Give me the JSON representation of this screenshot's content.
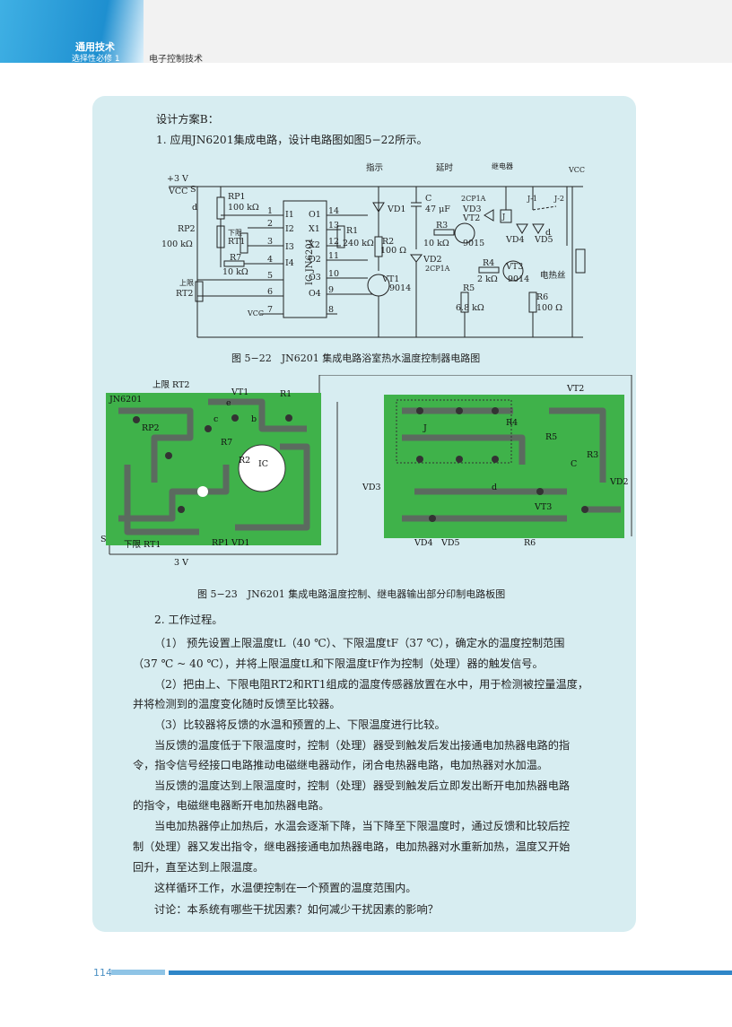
{
  "header": {
    "title": "通用技术",
    "subtitle": "选择性必修 1",
    "chapter": "电子控制技术"
  },
  "content": {
    "heading": "设计方案B：",
    "step1": "1. 应用JN6201集成电路，设计电路图如图5−22所示。",
    "fig22_caption": "图 5−22　JN6201 集成电路浴室热水温度控制器电路图",
    "fig23_caption": "图 5−23　JN6201 集成电路温度控制、继电器输出部分印制电路板图",
    "step2": "2. 工作过程。",
    "para1_line1": "（1） 预先设置上限温度tL（40 ℃）、下限温度tF（37 ℃），确定水的温度控制范围",
    "para1_line2": "（37 ℃ ~ 40 ℃），并将上限温度tL和下限温度tF作为控制（处理）器的触发信号。",
    "para2_line1": "（2）把由上、下限电阻RT2和RT1组成的温度传感器放置在水中，用于检测被控量温度，",
    "para2_line2": "并将检测到的温度变化随时反馈至比较器。",
    "para3": "（3）比较器将反馈的水温和预置的上、下限温度进行比较。",
    "para4_line1": "当反馈的温度低于下限温度时，控制（处理）器受到触发后发出接通电加热器电路的指",
    "para4_line2": "令，指令信号经接口电路推动电磁继电器动作，闭合电热器电路，电加热器对水加温。",
    "para5_line1": "当反馈的温度达到上限温度时，控制（处理）器受到触发后立即发出断开电加热器电路",
    "para5_line2": "的指令，电磁继电器断开电加热器电路。",
    "para6_line1": "当电加热器停止加热后，水温会逐渐下降，当下降至下限温度时，通过反馈和比较后控",
    "para6_line2": "制（处理）器又发出指令，继电器接通电加热器电路，电加热器对水重新加热，温度又开始",
    "para6_line3": "回升，直至达到上限温度。",
    "para7": "这样循环工作，水温便控制在一个预置的温度范围内。",
    "discussion": "讨论：本系统有哪些干扰因素？如何减少干扰因素的影响？"
  },
  "schematic": {
    "v3": "+3 V",
    "vcc": "VCC",
    "s": "S",
    "d": "d",
    "rp1": "RP1",
    "rp1_val": "100 kΩ",
    "rp2": "RP2",
    "rp2_val": "100 kΩ",
    "xiaxian": "下限",
    "rt1": "RT1",
    "r7": "R7",
    "r7_val": "10 kΩ",
    "shangxian": "上限",
    "rt2": "RT2",
    "ic": "IC JN6201",
    "pins_left": [
      "I1",
      "I2",
      "I3",
      "I4"
    ],
    "pins_right": [
      "O1",
      "X1",
      "X2",
      "O2",
      "O3",
      "O4"
    ],
    "nums_left": [
      "1",
      "2",
      "3",
      "4",
      "5",
      "6",
      "7"
    ],
    "nums_right": [
      "14",
      "13",
      "12",
      "11",
      "10",
      "9",
      "8"
    ],
    "r1": "R1",
    "r1_val": "240 kΩ",
    "r2": "R2",
    "r2_val": "100 Ω",
    "zhishi": "指示",
    "vd1": "VD1",
    "vt1": "VT1",
    "vt1_val": "9014",
    "yanshi": "延时",
    "c": "C",
    "c_val": "47 μF",
    "r3": "R3",
    "r3_val": "10 kΩ",
    "vd2": "VD2",
    "vd2_val": "2CP1A",
    "r5": "R5",
    "r5_val": "6.8 kΩ",
    "vt2": "VT2",
    "vt2_val": "9015",
    "vd3": "VD3",
    "vd3_val": "2CP1A",
    "relay": "继电器",
    "j": "J",
    "r4": "R4",
    "r4_val": "2 kΩ",
    "vt3": "VT3",
    "vt3_val": "9014",
    "r6": "R6",
    "r6_val": "100 Ω",
    "vd4": "VD4",
    "vd5": "VD5",
    "j1": "J-1",
    "j2": "J-2",
    "heater": "电热丝"
  },
  "pcb_labels": {
    "shangxian_rt2": "上限 RT2",
    "jn6201": "JN6201",
    "rp2": "RP2",
    "vt1": "VT1",
    "r1": "R1",
    "e": "e",
    "c": "c",
    "b": "b",
    "r7": "R7",
    "r2": "R2",
    "ic": "IC",
    "s": "S",
    "xiaxian_rt1": "下限 RT1",
    "rp1": "RP1",
    "vd1": "VD1",
    "v3": "3 V",
    "vt2": "VT2",
    "j": "J",
    "r4": "R4",
    "r5": "R5",
    "r3": "R3",
    "cap": "C",
    "vd3": "VD3",
    "vd2": "VD2",
    "d": "d",
    "vt3": "VT3",
    "vd4": "VD4",
    "vd5": "VD5",
    "r6": "R6"
  },
  "footer": {
    "page_number": "114"
  },
  "colors": {
    "box": "#d7edf1",
    "pcb_green": "#3fb24a",
    "pcb_trace": "#5b6b5f",
    "header_blue": "#1e8fd0"
  }
}
